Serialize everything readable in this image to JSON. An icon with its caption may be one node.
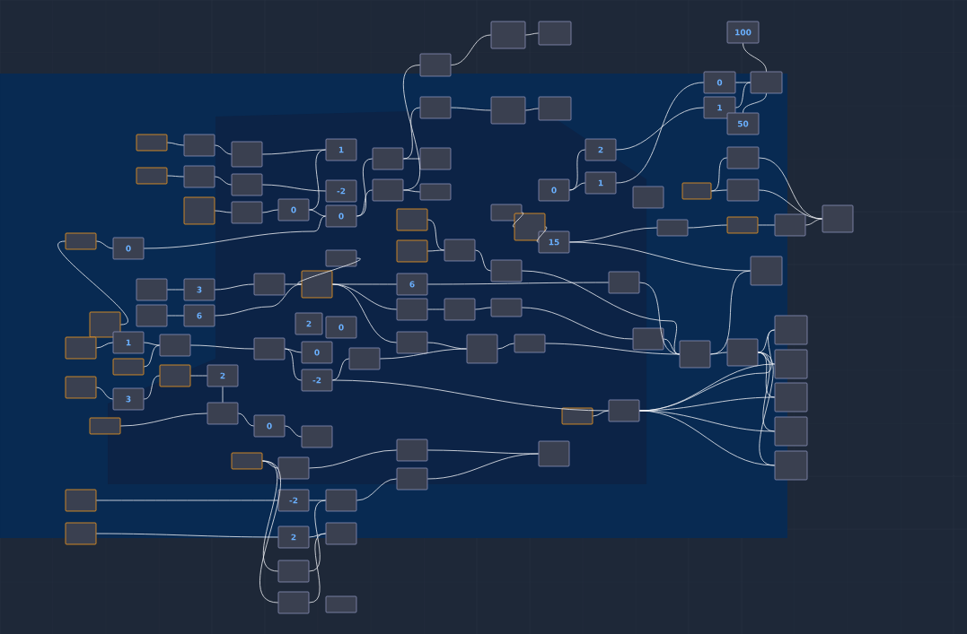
{
  "diagram": {
    "nodes": [
      {
        "text": [],
        "shape": "box"
      },
      {
        "text": [],
        "shape": "box"
      },
      {
        "text": [],
        "shape": "box"
      },
      {
        "text": [],
        "shape": "box"
      },
      {
        "text": [],
        "shape": "box"
      },
      {
        "text": [],
        "shape": "box"
      },
      {
        "text": [
          "100"
        ]
      },
      {
        "text": [
          "0"
        ]
      },
      {
        "text": [],
        "shape": "box"
      },
      {
        "text": [
          "1"
        ]
      },
      {
        "text": [
          "50"
        ]
      },
      {
        "text": [],
        "shape": "box"
      },
      {
        "text": [],
        "shape": "box"
      },
      {
        "text": [],
        "shape": "box"
      },
      {
        "text": [],
        "shape": "box"
      },
      {
        "text": [],
        "shape": "box"
      },
      {
        "text": [],
        "shape": "box"
      },
      {
        "text": [],
        "shape": "box"
      },
      {
        "text": [],
        "shape": "box"
      },
      {
        "text": [],
        "shape": "box"
      },
      {
        "text": [],
        "shape": "box"
      },
      {
        "text": [],
        "shape": "box"
      },
      {
        "text": [],
        "shape": "box"
      },
      {
        "text": [],
        "shape": "box"
      },
      {
        "text": [],
        "shape": "box"
      },
      {
        "text": [],
        "shape": "box"
      },
      {
        "text": [
          "0"
        ]
      },
      {
        "text": [
          "1"
        ]
      },
      {
        "text": [
          "-2"
        ]
      },
      {
        "text": [
          "0"
        ]
      },
      {
        "text": [],
        "shape": "box"
      },
      {
        "text": [],
        "shape": "box"
      },
      {
        "text": [
          "0"
        ]
      },
      {
        "text": [],
        "shape": "box"
      },
      {
        "text": [
          "3"
        ]
      },
      {
        "text": [],
        "shape": "box"
      },
      {
        "text": [],
        "shape": "box"
      },
      {
        "text": [],
        "shape": "box"
      },
      {
        "text": [
          "6"
        ]
      },
      {
        "text": [],
        "shape": "box"
      },
      {
        "text": [
          "2"
        ]
      },
      {
        "text": [
          "0"
        ]
      },
      {
        "text": [],
        "shape": "box"
      },
      {
        "text": [
          "1"
        ]
      },
      {
        "text": [],
        "shape": "box"
      },
      {
        "text": [],
        "shape": "box"
      },
      {
        "text": [],
        "shape": "box"
      },
      {
        "text": [
          "3"
        ]
      },
      {
        "text": [],
        "shape": "box"
      },
      {
        "text": [
          "2"
        ]
      },
      {
        "text": [],
        "shape": "box"
      },
      {
        "text": [
          "0"
        ]
      },
      {
        "text": [
          "-2"
        ]
      },
      {
        "text": [],
        "shape": "box"
      },
      {
        "text": [],
        "shape": "box"
      },
      {
        "text": [],
        "shape": "box"
      },
      {
        "text": [
          "0"
        ]
      },
      {
        "text": [],
        "shape": "box"
      },
      {
        "text": [],
        "shape": "box"
      },
      {
        "text": [],
        "shape": "box"
      },
      {
        "text": [],
        "shape": "box"
      },
      {
        "text": [
          "-2"
        ]
      },
      {
        "text": [],
        "shape": "box"
      },
      {
        "text": [],
        "shape": "box"
      },
      {
        "text": [
          "2"
        ]
      },
      {
        "text": [],
        "shape": "box"
      },
      {
        "text": [],
        "shape": "box"
      },
      {
        "text": [],
        "shape": "box"
      },
      {
        "text": [],
        "shape": "box"
      },
      {
        "text": [],
        "shape": "box"
      },
      {
        "text": [],
        "shape": "box"
      },
      {
        "text": [],
        "shape": "box"
      },
      {
        "text": [],
        "shape": "box"
      },
      {
        "text": [],
        "shape": "box"
      },
      {
        "text": [],
        "shape": "box"
      },
      {
        "text": [],
        "shape": "box"
      },
      {
        "text": [],
        "shape": "box"
      },
      {
        "text": [],
        "shape": "box"
      },
      {
        "text": [
          "15"
        ]
      },
      {
        "text": [
          "0"
        ]
      },
      {
        "text": [
          "2"
        ]
      },
      {
        "text": [
          "1"
        ]
      },
      {
        "text": [],
        "shape": "box"
      },
      {
        "text": [],
        "shape": "box"
      },
      {
        "text": [
          "6"
        ]
      },
      {
        "text": [],
        "shape": "box"
      },
      {
        "text": [],
        "shape": "box"
      },
      {
        "text": [],
        "shape": "box"
      },
      {
        "text": [],
        "shape": "box"
      },
      {
        "text": [],
        "shape": "box"
      },
      {
        "text": [],
        "shape": "box"
      },
      {
        "text": [],
        "shape": "box"
      },
      {
        "text": [],
        "shape": "box"
      },
      {
        "text": [],
        "shape": "box"
      },
      {
        "text": [],
        "shape": "box"
      },
      {
        "text": [],
        "shape": "box"
      },
      {
        "text": [],
        "shape": "box"
      },
      {
        "text": [],
        "shape": "box"
      },
      {
        "text": [],
        "shape": "box"
      },
      {
        "text": [],
        "shape": "box"
      },
      {
        "text": [],
        "shape": "box"
      },
      {
        "text": [],
        "shape": "box"
      },
      {
        "text": [],
        "shape": "box"
      },
      {
        "text": [],
        "shape": "box"
      },
      {
        "text": [],
        "shape": "box"
      },
      {
        "text": [],
        "shape": "box"
      }
    ],
    "edges": [
      {
        "from": 0,
        "to": 1,
        "arrow": "none"
      },
      {
        "from": 2,
        "to": 0,
        "arrow": "none"
      },
      {
        "from": 3,
        "to": 4,
        "arrow": "none"
      },
      {
        "from": 4,
        "to": 5,
        "arrow": "none"
      },
      {
        "from": 18,
        "to": 19,
        "arrow": "none"
      },
      {
        "from": 19,
        "to": 20,
        "arrow": "none"
      },
      {
        "from": 21,
        "to": 22,
        "arrow": "none"
      },
      {
        "from": 22,
        "to": 23,
        "arrow": "none"
      },
      {
        "from": 24,
        "to": 25,
        "arrow": "none"
      },
      {
        "from": 20,
        "to": 27,
        "arrow": "none"
      },
      {
        "from": 23,
        "to": 28,
        "arrow": "none"
      },
      {
        "from": 25,
        "to": 26,
        "arrow": "none"
      },
      {
        "from": 26,
        "to": 29,
        "arrow": "none"
      },
      {
        "from": 26,
        "to": 27,
        "arrow": "none"
      },
      {
        "from": 31,
        "to": 32,
        "arrow": "none"
      },
      {
        "from": 32,
        "to": 29,
        "arrow": "none"
      },
      {
        "from": 33,
        "to": 34,
        "arrow": "none"
      },
      {
        "from": 34,
        "to": 35,
        "arrow": "none"
      },
      {
        "from": 35,
        "to": 36,
        "arrow": "none"
      },
      {
        "from": 37,
        "to": 38,
        "arrow": "none"
      },
      {
        "from": 38,
        "to": 36,
        "arrow": "none"
      },
      {
        "from": 39,
        "to": 31,
        "arrow": "none"
      },
      {
        "from": 42,
        "to": 43,
        "arrow": "none"
      },
      {
        "from": 43,
        "to": 45,
        "arrow": "none"
      },
      {
        "from": 44,
        "to": 45,
        "arrow": "none"
      },
      {
        "from": 46,
        "to": 47,
        "arrow": "none"
      },
      {
        "from": 47,
        "to": 48,
        "arrow": "none"
      },
      {
        "from": 48,
        "to": 49,
        "arrow": "none"
      },
      {
        "from": 45,
        "to": 50,
        "arrow": "none"
      },
      {
        "from": 50,
        "to": 51,
        "arrow": "none"
      },
      {
        "from": 50,
        "to": 52,
        "arrow": "none"
      },
      {
        "from": 49,
        "to": 55,
        "arrow": "none"
      },
      {
        "from": 54,
        "to": 55,
        "arrow": "none"
      },
      {
        "from": 55,
        "to": 56,
        "arrow": "none"
      },
      {
        "from": 56,
        "to": 57,
        "arrow": "none"
      },
      {
        "from": 58,
        "to": 59,
        "arrow": "none"
      },
      {
        "from": 60,
        "to": 61,
        "arrow": "none"
      },
      {
        "from": 61,
        "to": 62,
        "arrow": "none"
      },
      {
        "from": 63,
        "to": 64,
        "arrow": "none"
      },
      {
        "from": 64,
        "to": 65,
        "arrow": "none"
      },
      {
        "from": 58,
        "to": 66,
        "arrow": "none"
      },
      {
        "from": 58,
        "to": 67,
        "arrow": "none"
      },
      {
        "from": 66,
        "to": 62,
        "arrow": "none"
      },
      {
        "from": 67,
        "to": 65,
        "arrow": "none"
      },
      {
        "from": 59,
        "to": 98,
        "arrow": "none"
      },
      {
        "from": 62,
        "to": 99,
        "arrow": "none"
      },
      {
        "from": 98,
        "to": 100,
        "arrow": "none"
      },
      {
        "from": 99,
        "to": 100,
        "arrow": "none"
      },
      {
        "from": 52,
        "to": 53,
        "arrow": "none"
      },
      {
        "from": 53,
        "to": 91,
        "arrow": "none"
      },
      {
        "from": 90,
        "to": 91,
        "arrow": "none"
      },
      {
        "from": 91,
        "to": 92,
        "arrow": "none"
      },
      {
        "from": 92,
        "to": 94,
        "arrow": "none"
      },
      {
        "from": 85,
        "to": 86,
        "arrow": "none"
      },
      {
        "from": 86,
        "to": 87,
        "arrow": "none"
      },
      {
        "from": 87,
        "to": 93,
        "arrow": "none"
      },
      {
        "from": 84,
        "to": 89,
        "arrow": "none"
      },
      {
        "from": 75,
        "to": 88,
        "arrow": "none"
      },
      {
        "from": 74,
        "to": 75,
        "arrow": "none"
      },
      {
        "from": 73,
        "to": 75,
        "arrow": "none"
      },
      {
        "from": 76,
        "to": 77,
        "arrow": "none"
      },
      {
        "from": 77,
        "to": 78,
        "arrow": "none"
      },
      {
        "from": 78,
        "to": 83,
        "arrow": "none"
      },
      {
        "from": 79,
        "to": 80,
        "arrow": "none"
      },
      {
        "from": 79,
        "to": 81,
        "arrow": "none"
      },
      {
        "from": 80,
        "to": 9,
        "arrow": "none"
      },
      {
        "from": 81,
        "to": 7,
        "arrow": "none"
      },
      {
        "from": 7,
        "to": 8,
        "arrow": "none"
      },
      {
        "from": 9,
        "to": 8,
        "arrow": "none"
      },
      {
        "from": 6,
        "to": 8,
        "arrow": "none"
      },
      {
        "from": 10,
        "to": 8,
        "arrow": "none"
      },
      {
        "from": 13,
        "to": 11,
        "arrow": "none"
      },
      {
        "from": 13,
        "to": 12,
        "arrow": "none"
      },
      {
        "from": 11,
        "to": 14,
        "arrow": "none"
      },
      {
        "from": 12,
        "to": 14,
        "arrow": "none"
      },
      {
        "from": 16,
        "to": 15,
        "arrow": "none"
      },
      {
        "from": 15,
        "to": 14,
        "arrow": "none"
      },
      {
        "from": 83,
        "to": 16,
        "arrow": "none"
      },
      {
        "from": 69,
        "to": 70,
        "arrow": "none"
      },
      {
        "from": 71,
        "to": 72,
        "arrow": "none"
      },
      {
        "from": 29,
        "to": 69,
        "arrow": "none"
      },
      {
        "from": 29,
        "to": 71,
        "arrow": "none"
      },
      {
        "from": 36,
        "to": 84,
        "arrow": "none"
      },
      {
        "from": 36,
        "to": 85,
        "arrow": "none"
      },
      {
        "from": 36,
        "to": 90,
        "arrow": "none"
      },
      {
        "from": 94,
        "to": 95,
        "arrow": "none"
      },
      {
        "from": 95,
        "to": 101,
        "arrow": "none"
      },
      {
        "from": 95,
        "to": 102,
        "arrow": "none"
      },
      {
        "from": 95,
        "to": 103,
        "arrow": "none"
      },
      {
        "from": 95,
        "to": 104,
        "arrow": "none"
      },
      {
        "from": 95,
        "to": 105,
        "arrow": "none"
      },
      {
        "from": 96,
        "to": 101,
        "arrow": "none"
      },
      {
        "from": 96,
        "to": 102,
        "arrow": "none"
      },
      {
        "from": 96,
        "to": 103,
        "arrow": "none"
      },
      {
        "from": 96,
        "to": 104,
        "arrow": "none"
      },
      {
        "from": 96,
        "to": 105,
        "arrow": "none"
      },
      {
        "from": 97,
        "to": 96,
        "arrow": "none"
      },
      {
        "from": 52,
        "to": 96,
        "arrow": "none"
      },
      {
        "from": 94,
        "to": 17,
        "arrow": "none"
      },
      {
        "from": 78,
        "to": 17,
        "arrow": "none"
      },
      {
        "from": 89,
        "to": 94,
        "arrow": "none"
      },
      {
        "from": 93,
        "to": 94,
        "arrow": "none"
      },
      {
        "from": 88,
        "to": 94,
        "arrow": "none"
      },
      {
        "from": 71,
        "to": 2,
        "arrow": "none"
      },
      {
        "from": 69,
        "to": 3,
        "arrow": "none"
      },
      {
        "from": 30,
        "to": 36,
        "arrow": "none"
      }
    ]
  }
}
